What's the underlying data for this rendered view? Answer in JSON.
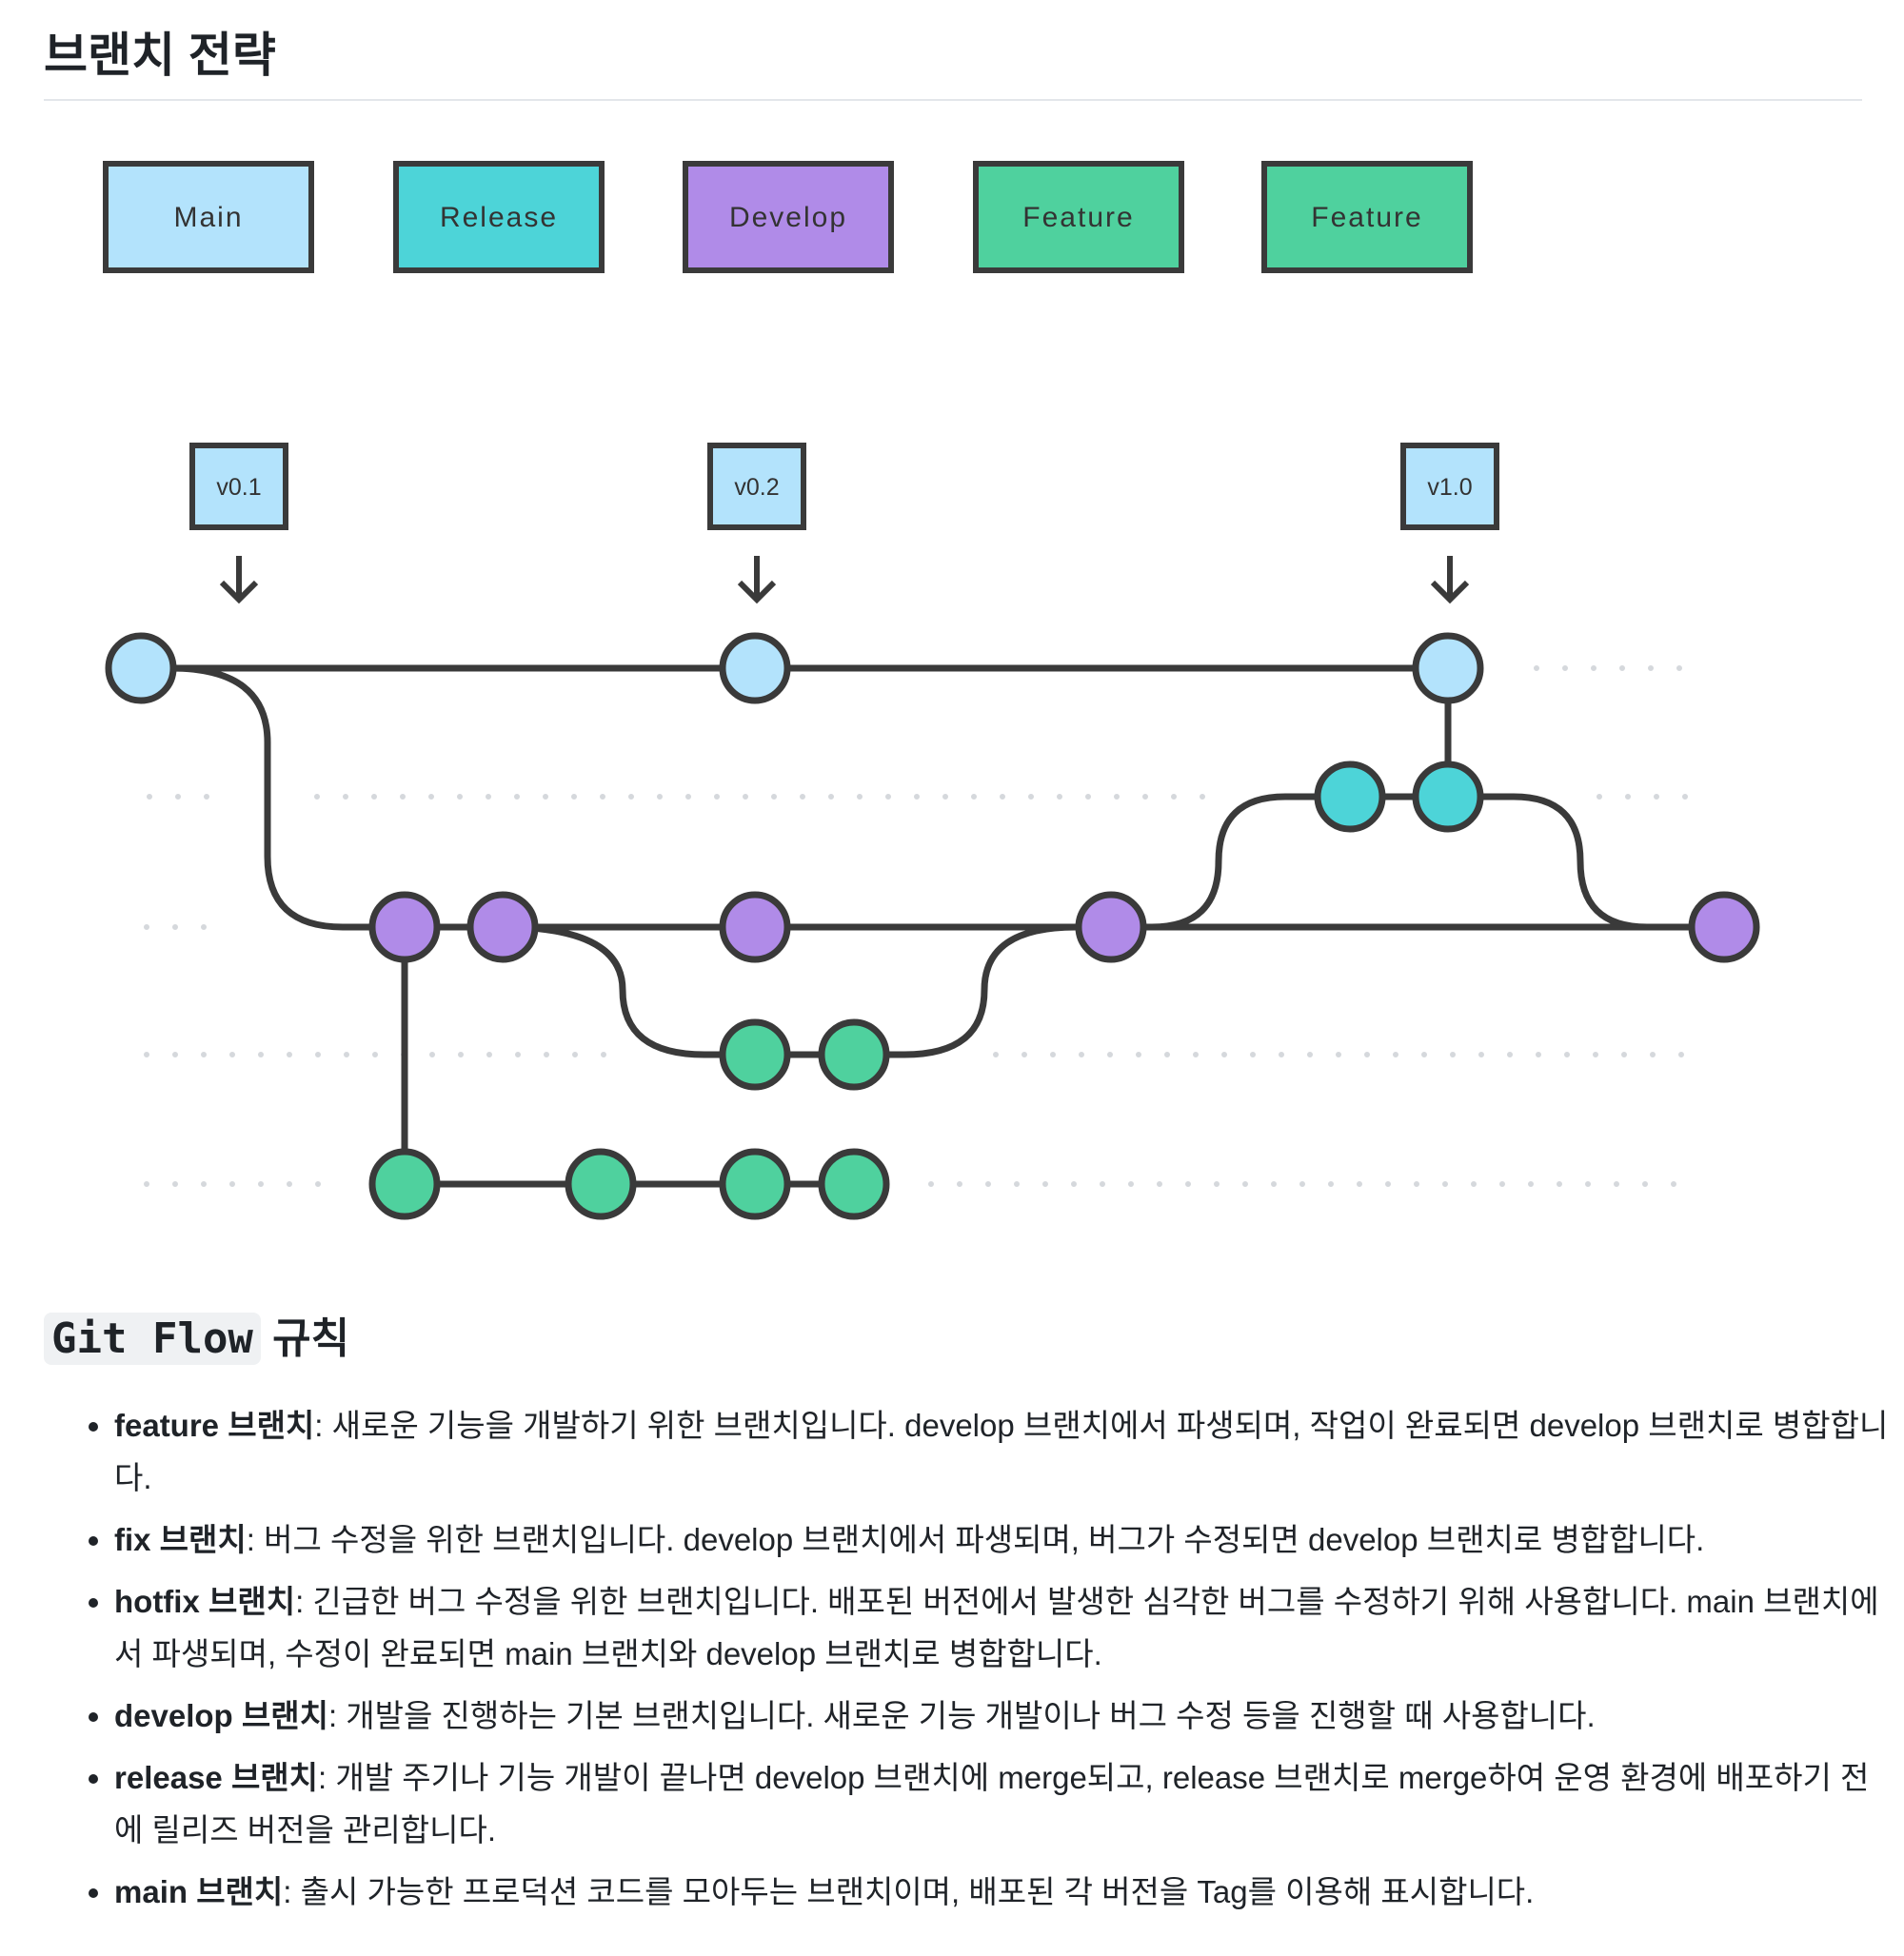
{
  "title": "브랜치 전략",
  "legend": [
    "Main",
    "Release",
    "Develop",
    "Feature",
    "Feature"
  ],
  "tags": [
    "v0.1",
    "v0.2",
    "v1.0"
  ],
  "colors": {
    "main": "#b3e3fc",
    "release": "#4dd4d8",
    "develop": "#b08be8",
    "feature": "#4fd19e",
    "stroke": "#3a3a3a",
    "dots": "#d5d8dc"
  },
  "rules_heading": {
    "code": "Git Flow",
    "text": " 규칙"
  },
  "rules": [
    {
      "name": "feature 브랜치",
      "desc": ": 새로운 기능을 개발하기 위한 브랜치입니다. develop 브랜치에서 파생되며, 작업이 완료되면 develop 브랜치로 병합합니다."
    },
    {
      "name": "fix 브랜치",
      "desc": ": 버그 수정을 위한 브랜치입니다. develop 브랜치에서 파생되며, 버그가 수정되면 develop 브랜치로 병합합니다."
    },
    {
      "name": "hotfix 브랜치",
      "desc": ": 긴급한 버그 수정을 위한 브랜치입니다. 배포된 버전에서 발생한 심각한 버그를 수정하기 위해 사용합니다. main 브랜치에서 파생되며, 수정이 완료되면 main 브랜치와 develop 브랜치로 병합합니다."
    },
    {
      "name": "develop 브랜치",
      "desc": ": 개발을 진행하는 기본 브랜치입니다. 새로운 기능 개발이나 버그 수정 등을 진행할 때 사용합니다."
    },
    {
      "name": "release 브랜치",
      "desc": ": 개발 주기나 기능 개발이 끝나면 develop 브랜치에 merge되고, release 브랜치로 merge하여 운영 환경에 배포하기 전에 릴리즈 버전을 관리합니다."
    },
    {
      "name": "main 브랜치",
      "desc": ": 출시 가능한 프로덕션 코드를 모아두는 브랜치이며, 배포된 각 버전을 Tag를 이용해 표시합니다."
    }
  ]
}
